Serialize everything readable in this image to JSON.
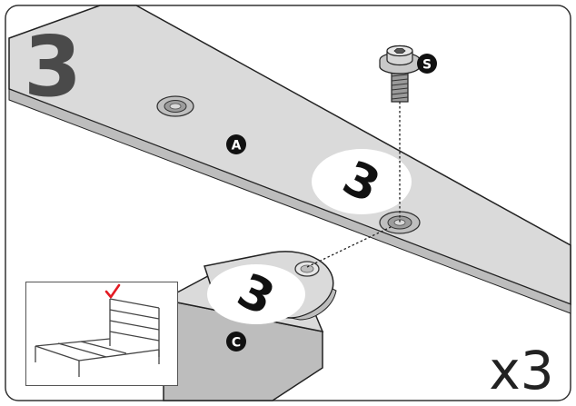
{
  "step": {
    "number": "3",
    "multiplier": "x3"
  },
  "parts": {
    "rail": "A",
    "bracket": "C",
    "screw": "S"
  },
  "alignment_marks": {
    "rail_mark": "3",
    "bracket_mark": "3"
  },
  "colors": {
    "rail_top": "#dadada",
    "rail_side": "#bdbdbd",
    "step_number": "#4a4a4a",
    "check_mark": "#e31b23",
    "outline": "#222222"
  },
  "icons": [
    "hex-socket-screw-icon",
    "check-mark-icon",
    "bed-frame-icon"
  ]
}
